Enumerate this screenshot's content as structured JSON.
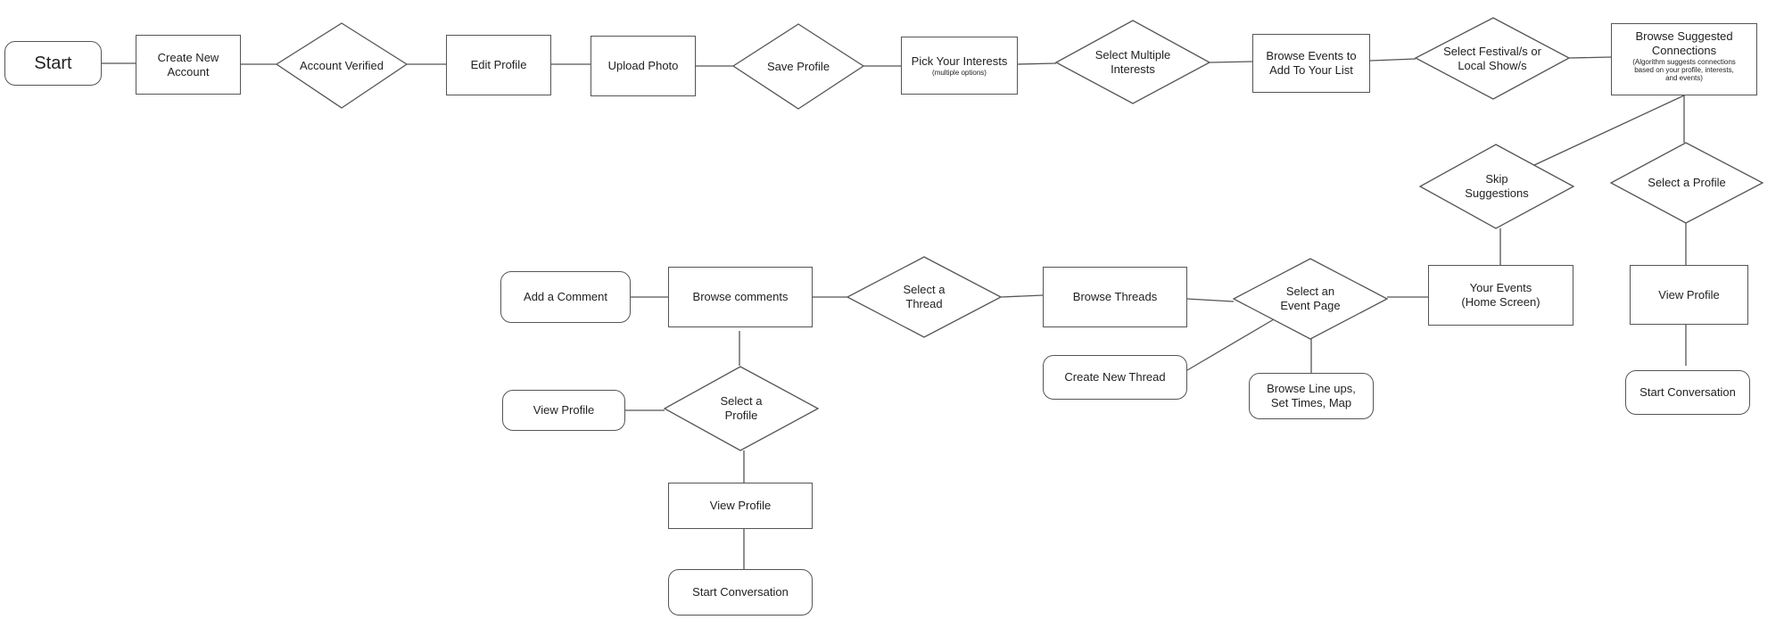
{
  "nodes": {
    "start": "Start",
    "create_account": "Create New\nAccount",
    "account_verified": "Account Verified",
    "edit_profile": "Edit Profile",
    "upload_photo": "Upload Photo",
    "save_profile": "Save Profile",
    "pick_interests": "Pick Your Interests",
    "pick_interests_sub": "(multiple options)",
    "select_multiple": "Select Multiple\nInterests",
    "browse_events": "Browse Events to\nAdd To Your List",
    "select_festival": "Select Festival/s or\nLocal Show/s",
    "browse_suggested": "Browse Suggested\nConnections",
    "browse_suggested_sub": "(Algorithm suggests connections\nbased on your profile, interests,\nand events)",
    "skip_suggestions": "Skip\nSuggestions",
    "select_profile_right": "Select a Profile",
    "your_events": "Your Events\n(Home Screen)",
    "view_profile_right": "View Profile",
    "start_conv_right": "Start Conversation",
    "select_event_page": "Select an\nEvent Page",
    "browse_threads": "Browse Threads",
    "create_thread": "Create New Thread",
    "browse_lineups": "Browse Line ups,\nSet Times, Map",
    "select_thread": "Select a\nThread",
    "browse_comments": "Browse comments",
    "add_comment": "Add a Comment",
    "select_profile_left": "Select a\nProfile",
    "view_profile_left": "View Profile",
    "view_profile_bottom": "View Profile",
    "start_conv_bottom": "Start Conversation"
  }
}
